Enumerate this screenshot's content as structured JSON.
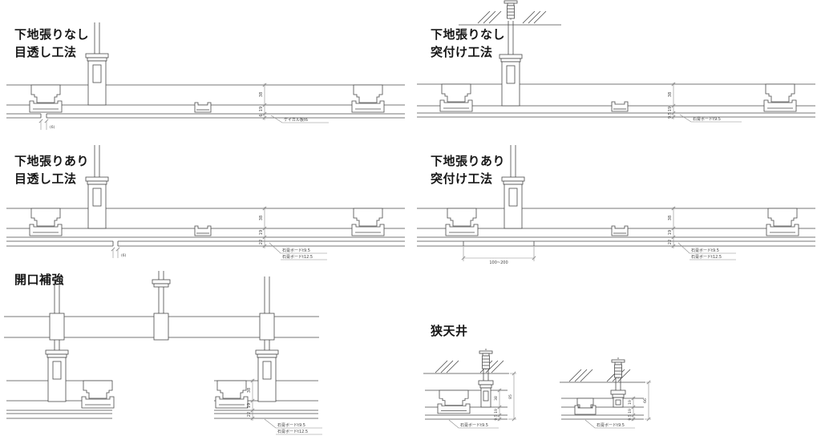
{
  "p1": {
    "title1": "下地張りなし",
    "title2": "目透し工法",
    "dim1": "38",
    "dim2": "19",
    "dim3": "6",
    "gap": "(6)",
    "leader": "ケイカル板t6"
  },
  "p2": {
    "title1": "下地張りなし",
    "title2": "突付け工法",
    "dim1": "38",
    "dim2": "19",
    "dim3": "9.5",
    "leader": "石膏ボードt9.5"
  },
  "p3": {
    "title1": "下地張りあり",
    "title2": "目透し工法",
    "dim1": "38",
    "dim2": "19",
    "dim3": "22",
    "gap": "(6)",
    "leader1": "石膏ボードt9.5",
    "leader2": "石膏ボードt12.5"
  },
  "p4": {
    "title1": "下地張りあり",
    "title2": "突付け工法",
    "dim1": "38",
    "dim2": "19",
    "dim3": "22",
    "span": "100~200",
    "leader1": "石膏ボードt9.5",
    "leader2": "石膏ボードt12.5"
  },
  "p5": {
    "title": "開口補強",
    "dim1": "38",
    "dim2": "19",
    "dim3": "22",
    "leader1": "石膏ボードt9.5",
    "leader2": "石膏ボードt12.5"
  },
  "p6": {
    "title": "狭天井",
    "a": {
      "dim1": "38",
      "dim2": "19",
      "dim3": "9.5",
      "overall": "85",
      "leader": "石膏ボードt9.5"
    },
    "b": {
      "dim1": "19",
      "dim2": "19",
      "dim3": "9.5",
      "overall": "66",
      "leader": "石膏ボードt9.5"
    }
  }
}
